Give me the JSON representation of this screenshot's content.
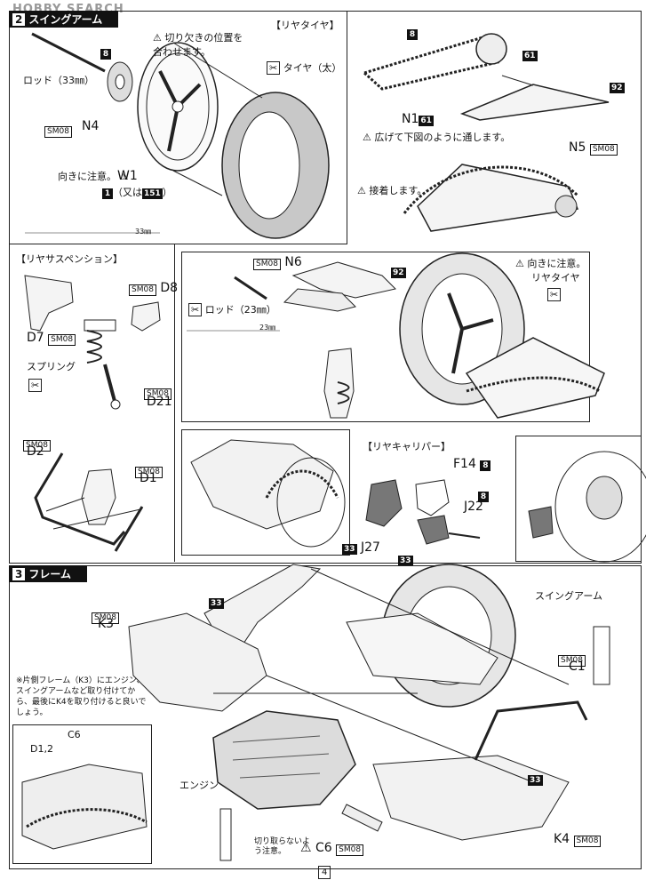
{
  "watermark": "HOBBY SEARCH",
  "page_number": "4",
  "section2": {
    "step_no": "2",
    "title": "スイングアーム",
    "rear_tire": {
      "heading": "【リヤタイヤ】",
      "rod_label": "ロッド（33㎜）",
      "notch_note": "切り欠きの位置を合わせます。",
      "tire_label": "タイヤ（太）",
      "part_n4": "N4",
      "part_w1": "W1",
      "direction_note": "向きに注意。",
      "w1_alt": "（又は",
      "w1_alt_end": "）",
      "num_8": "8",
      "num_1": "1",
      "num_151": "151",
      "sm08": "SM08",
      "scale": "33㎜"
    },
    "chain": {
      "num_8": "8",
      "num_61": "61",
      "num_92": "92",
      "part_n1": "N1",
      "part_n5": "N5",
      "sm08": "SM08",
      "spread_note": "広げて下図のように通します。",
      "glue_note": "接着します。"
    },
    "rear_suspension": {
      "heading": "【リヤサスペンション】",
      "part_d8": "D8",
      "part_d7": "D7",
      "part_d21": "D21",
      "part_d2": "D2",
      "part_d1": "D1",
      "spring": "スプリング",
      "sm08": "SM08"
    },
    "assembly": {
      "part_n6": "N6",
      "sm08": "SM08",
      "num_92": "92",
      "rod_label": "ロッド（23㎜）",
      "scale": "23㎜",
      "direction_note": "向きに注意。",
      "rear_tire": "リヤタイヤ"
    },
    "rear_caliper": {
      "heading": "【リヤキャリパー】",
      "part_f14": "F14",
      "part_j22": "J22",
      "part_j27": "J27",
      "num_8": "8",
      "num_33": "33"
    }
  },
  "section3": {
    "step_no": "3",
    "title": "フレーム",
    "part_k3": "K3",
    "part_k4": "K4",
    "part_c1": "C1",
    "part_c6": "C6",
    "detail_c6": "C6",
    "detail_d12": "D1,2",
    "sm08": "SM08",
    "num_33": "33",
    "swingarm": "スイングアーム",
    "engine": "エンジン",
    "note": "※片側フレーム（K3）にエンジン、スイングアームなど取り付けてから、最後にK4を取り付けると良いでしょう。",
    "cut_note": "切り取らないよう注意。"
  }
}
